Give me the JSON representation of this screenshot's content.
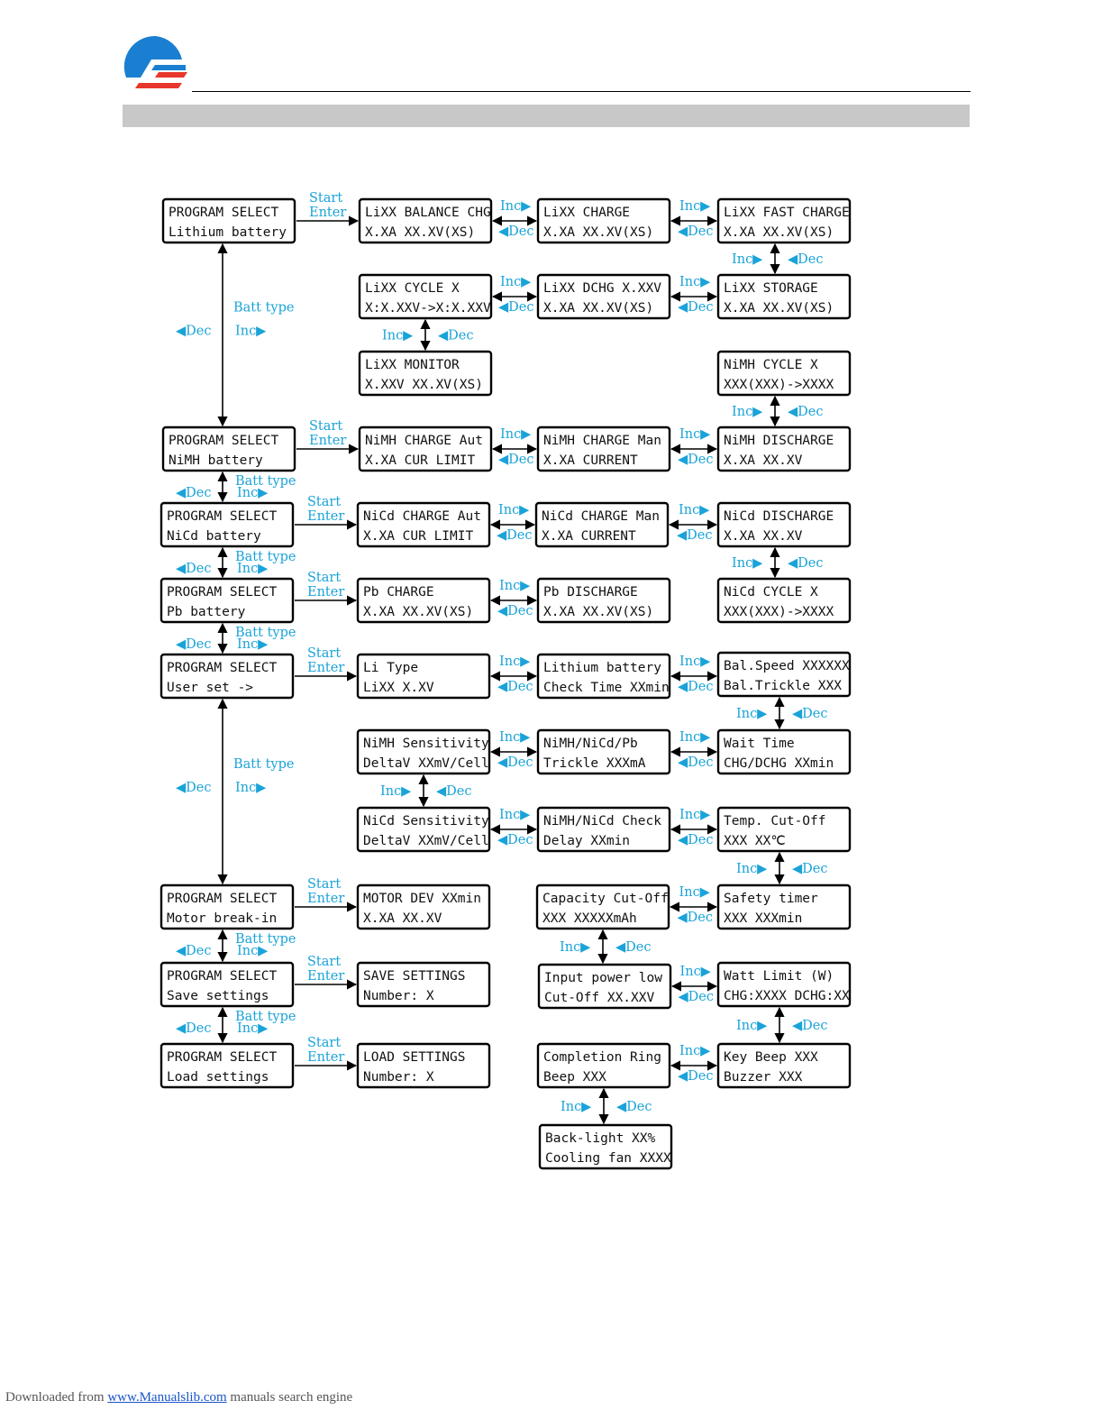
{
  "header": {
    "logo": "hi-tec-style-logo"
  },
  "diagram": {
    "screens": [
      {
        "id": "ps_li",
        "lines": [
          "PROGRAM SELECT",
          "Lithium battery"
        ]
      },
      {
        "id": "li_bal",
        "lines": [
          "LiXX BALANCE CHG",
          "X.XA    XX.XV(XS)"
        ]
      },
      {
        "id": "li_chg",
        "lines": [
          "LiXX CHARGE",
          "X.XA    XX.XV(XS)"
        ]
      },
      {
        "id": "li_fast",
        "lines": [
          "LiXX FAST CHARGE",
          "X.XA    XX.XV(XS)"
        ]
      },
      {
        "id": "li_cyc",
        "lines": [
          "LiXX CYCLE      X",
          "X:X.XXV->X:X.XXV"
        ]
      },
      {
        "id": "li_dchg",
        "lines": [
          "LiXX DCHG  X.XXV",
          "X.XA    XX.XV(XS)"
        ]
      },
      {
        "id": "li_sto",
        "lines": [
          "LiXX STORAGE",
          "X.XA    XX.XV(XS)"
        ]
      },
      {
        "id": "li_mon",
        "lines": [
          "LiXX MONITOR",
          "X.XXV   XX.XV(XS)"
        ]
      },
      {
        "id": "nimh_cyc",
        "lines": [
          "NiMH CYCLE      X",
          "XXX(XXX)->XXXX"
        ]
      },
      {
        "id": "ps_nimh",
        "lines": [
          "PROGRAM SELECT",
          "NiMH battery"
        ]
      },
      {
        "id": "nimh_aut",
        "lines": [
          "NiMH CHARGE Aut",
          "X.XA   CUR LIMIT"
        ]
      },
      {
        "id": "nimh_man",
        "lines": [
          "NiMH CHARGE Man",
          "X.XA      CURRENT"
        ]
      },
      {
        "id": "nimh_dis",
        "lines": [
          "NiMH DISCHARGE",
          "X.XA         XX.XV"
        ]
      },
      {
        "id": "ps_nicd",
        "lines": [
          "PROGRAM SELECT",
          "NiCd battery"
        ]
      },
      {
        "id": "nicd_aut",
        "lines": [
          "NiCd CHARGE Aut",
          "X.XA   CUR LIMIT"
        ]
      },
      {
        "id": "nicd_man",
        "lines": [
          "NiCd CHARGE Man",
          "X.XA      CURRENT"
        ]
      },
      {
        "id": "nicd_dis",
        "lines": [
          "NiCd DISCHARGE",
          "X.XA         XX.XV"
        ]
      },
      {
        "id": "ps_pb",
        "lines": [
          "PROGRAM SELECT",
          "Pb battery"
        ]
      },
      {
        "id": "pb_chg",
        "lines": [
          "Pb CHARGE",
          "X.XA    XX.XV(XS)"
        ]
      },
      {
        "id": "pb_dis",
        "lines": [
          "Pb DISCHARGE",
          "X.XA    XX.XV(XS)"
        ]
      },
      {
        "id": "nicd_cyc",
        "lines": [
          "NiCd CYCLE      X",
          "XXX(XXX)->XXXX"
        ]
      },
      {
        "id": "ps_user",
        "lines": [
          "PROGRAM SELECT",
          "User set       ->"
        ]
      },
      {
        "id": "li_type",
        "lines": [
          "Li Type",
          "LiXX          X.XV"
        ]
      },
      {
        "id": "li_check",
        "lines": [
          "Lithium battery",
          "Check Time XXmin"
        ]
      },
      {
        "id": "bal_speed",
        "lines": [
          "Bal.Speed XXXXXX",
          "Bal.Trickle   XXX"
        ]
      },
      {
        "id": "nimh_sens",
        "lines": [
          "NiMH Sensitivity",
          "DeltaV XXmV/Cell"
        ]
      },
      {
        "id": "trickle",
        "lines": [
          "NiMH/NiCd/Pb",
          "Trickle      XXXmA"
        ]
      },
      {
        "id": "wait",
        "lines": [
          "Wait Time",
          "CHG/DCHG    XXmin"
        ]
      },
      {
        "id": "nicd_sens",
        "lines": [
          "NiCd Sensitivity",
          "DeltaV XXmV/Cell"
        ]
      },
      {
        "id": "check_delay",
        "lines": [
          "NiMH/NiCd Check",
          "Delay         XXmin"
        ]
      },
      {
        "id": "temp",
        "lines": [
          "Temp. Cut-Off",
          "XXX            XX℃"
        ]
      },
      {
        "id": "ps_motor",
        "lines": [
          "PROGRAM SELECT",
          "Motor break-in"
        ]
      },
      {
        "id": "motor",
        "lines": [
          "MOTOR DEV   XXmin",
          "X.XA         XX.XV"
        ]
      },
      {
        "id": "cap",
        "lines": [
          "Capacity Cut-Off",
          "XXX      XXXXXmAh"
        ]
      },
      {
        "id": "safety",
        "lines": [
          "Safety timer",
          "XXX         XXXmin"
        ]
      },
      {
        "id": "ps_save",
        "lines": [
          "PROGRAM SELECT",
          "Save settings"
        ]
      },
      {
        "id": "save",
        "lines": [
          "SAVE SETTINGS",
          "       Number:  X"
        ]
      },
      {
        "id": "input_low",
        "lines": [
          "Input power low",
          "Cut-Off    XX.XXV"
        ]
      },
      {
        "id": "watt",
        "lines": [
          "Watt Limit (W)",
          "CHG:XXXX DCHG:XX"
        ]
      },
      {
        "id": "ps_load",
        "lines": [
          "PROGRAM SELECT",
          "Load settings"
        ]
      },
      {
        "id": "load",
        "lines": [
          "LOAD SETTINGS",
          "       Number:  X"
        ]
      },
      {
        "id": "ring",
        "lines": [
          "Completion Ring",
          "       Beep XXX"
        ]
      },
      {
        "id": "keybeep",
        "lines": [
          "Key Beep        XXX",
          "Buzzer          XXX"
        ]
      },
      {
        "id": "backlight",
        "lines": [
          "Back-light    XX%",
          "Cooling fan XXXX"
        ]
      }
    ],
    "labels": {
      "start": "Start",
      "enter": "Enter",
      "inc": "Inc",
      "dec": "Dec",
      "batt_type": "Batt type"
    }
  },
  "footer": {
    "prefix": "Downloaded from",
    "link": "www.Manualslib.com",
    "suffix": "manuals search engine"
  },
  "colors": {
    "label": "#1aa3d8",
    "logo_blue": "#1a7fd0",
    "logo_red": "#e8372c"
  }
}
